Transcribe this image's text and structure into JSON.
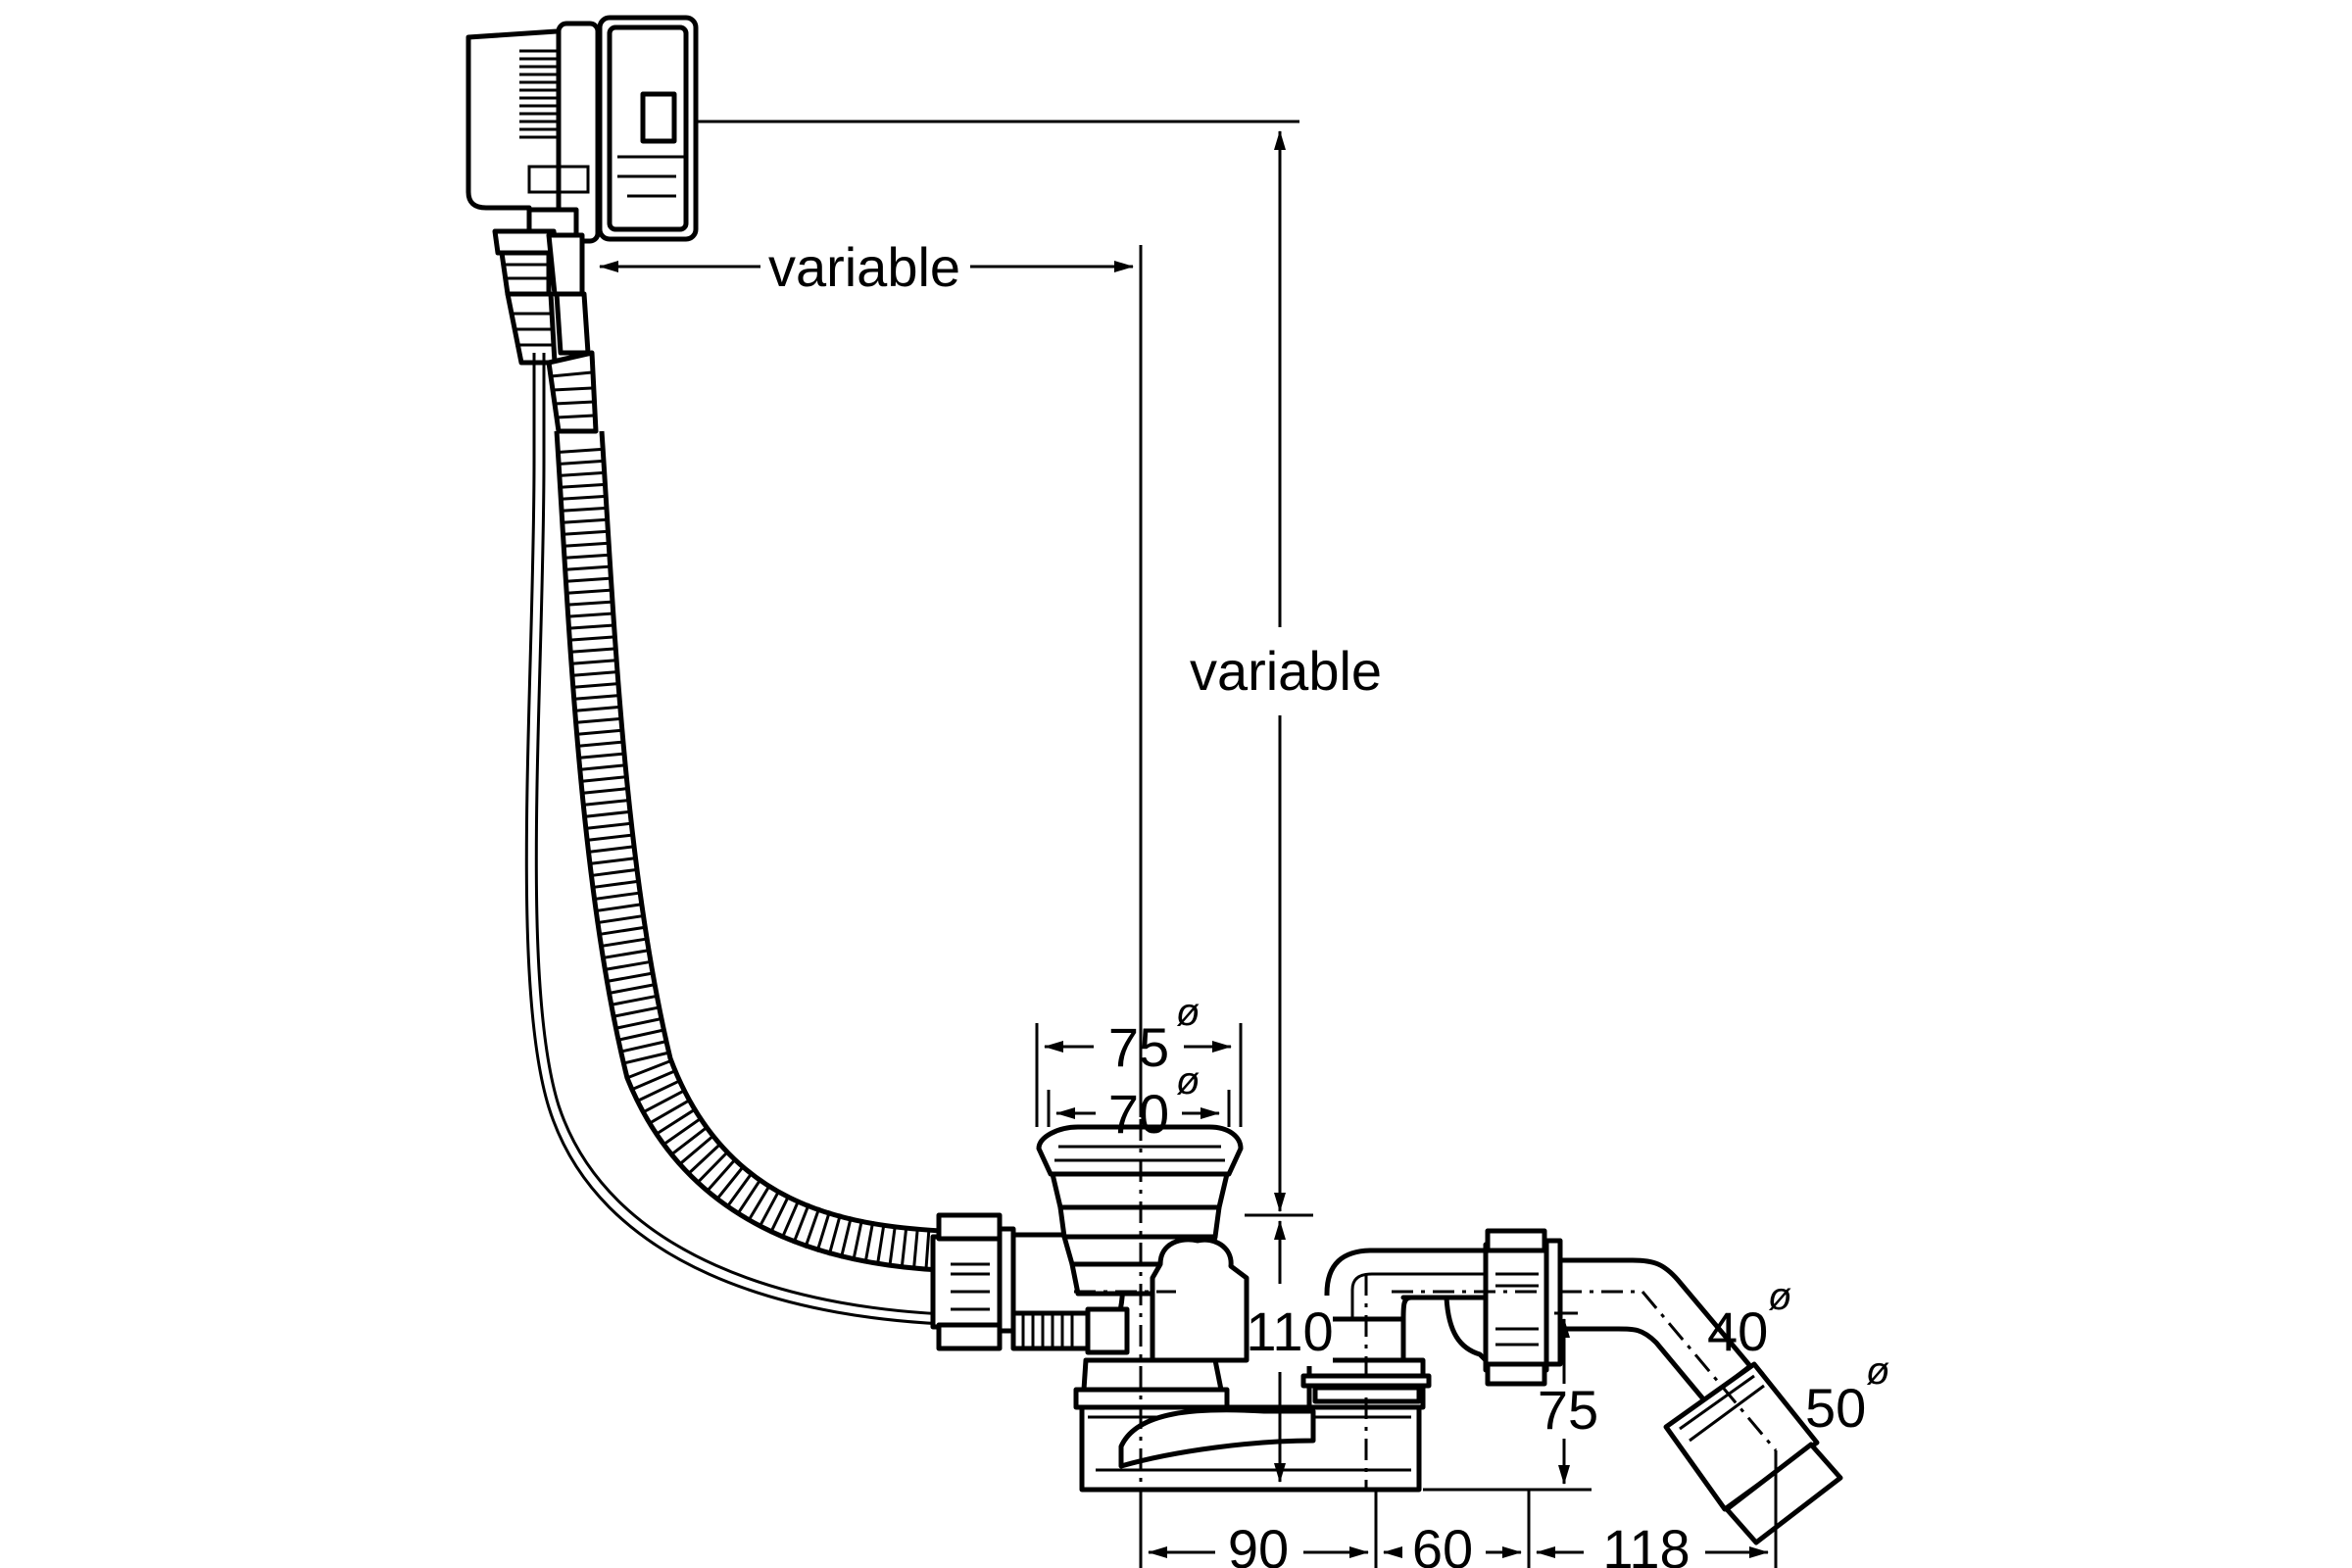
{
  "dimensions": {
    "horizontal_variable": "variable",
    "vertical_variable": "variable",
    "outer_diameter": "75",
    "inner_diameter": "70",
    "height_110": "110",
    "height_75": "75",
    "pipe_40": "40",
    "pipe_50": "50",
    "spacing_90": "90",
    "spacing_60": "60",
    "spacing_118": "118",
    "diameter_symbol": "ø"
  },
  "icons": {
    "overflow_head": "overflow-head-icon",
    "drain_trap": "drain-trap-icon",
    "corrugated_hose": "corrugated-hose-icon"
  }
}
